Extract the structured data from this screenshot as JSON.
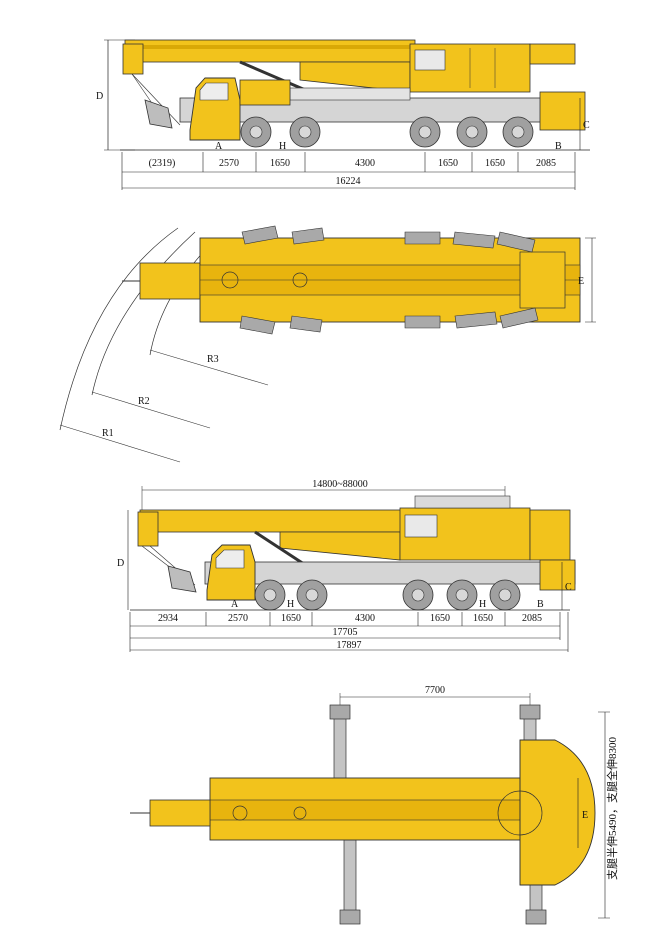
{
  "colors": {
    "body_yellow": "#f2c31c",
    "body_yellow_dark": "#d9a806",
    "steel": "#c9c9c9",
    "tire": "#9a9a9a",
    "line": "#222222",
    "pad_gray": "#a9a9a9"
  },
  "view1": {
    "label_D": "D",
    "label_A": "A",
    "label_H": "H",
    "label_B": "B",
    "label_C": "C",
    "dims": [
      "(2319)",
      "2570",
      "1650",
      "4300",
      "1650",
      "1650",
      "2085"
    ],
    "total": "16224"
  },
  "view2": {
    "label_E": "E",
    "radii": [
      "R3",
      "R2",
      "R1"
    ]
  },
  "view3": {
    "boom_range": "14800~88000",
    "label_D": "D",
    "label_A": "A",
    "label_H1": "H",
    "label_H2": "H",
    "label_B": "B",
    "label_C": "C",
    "dims": [
      "2934",
      "2570",
      "1650",
      "4300",
      "1650",
      "1650",
      "2085"
    ],
    "total1": "17705",
    "total2": "17897"
  },
  "view4": {
    "outrigger_span": "7700",
    "label_E": "E",
    "outrigger_note": "支腿半伸5490，支腿全伸8300"
  }
}
